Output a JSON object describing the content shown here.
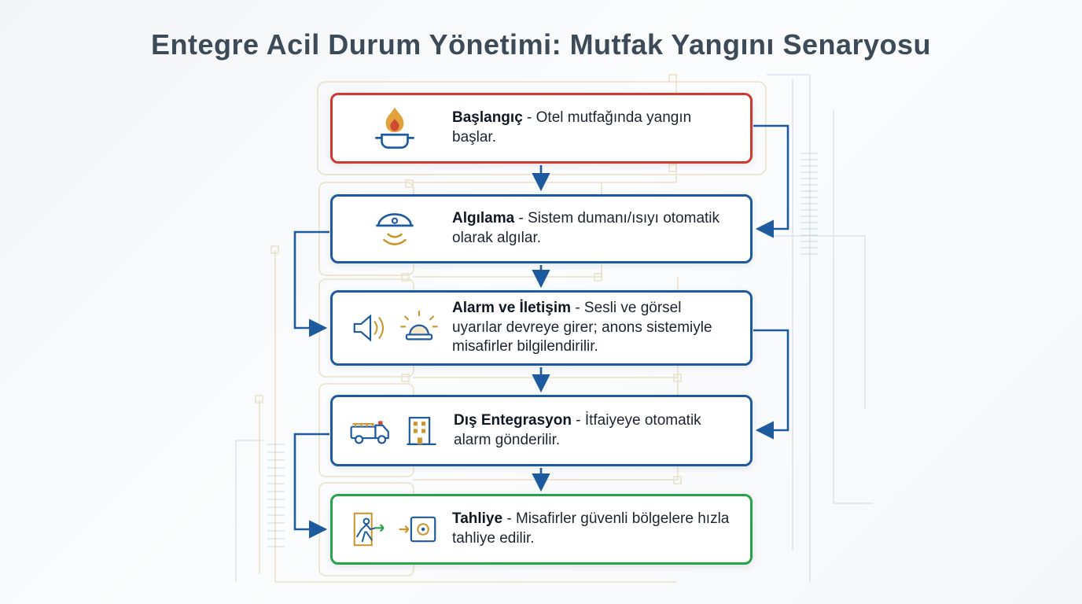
{
  "title": "Entegre Acil Durum Yönetimi: Mutfak Yangını Senaryosu",
  "steps": [
    {
      "label": "Başlangıç",
      "description": "- Otel mutfağında yangın başlar.",
      "border_color": "#ce3a32",
      "icons": [
        "pot-fire-icon"
      ]
    },
    {
      "label": "Algılama",
      "description": "- Sistem dumanı/ısıyı otomatik olarak algılar.",
      "border_color": "#1e5b9e",
      "icons": [
        "smoke-detector-icon"
      ]
    },
    {
      "label": "Alarm ve İletişim",
      "description": "- Sesli ve görsel uyarılar devreye girer; anons sistemiyle misafirler bilgilendirilir.",
      "border_color": "#1e5b9e",
      "icons": [
        "loudspeaker-icon",
        "siren-icon"
      ]
    },
    {
      "label": "Dış Entegrasyon",
      "description": "- İtfaiyeye otomatik alarm gönderilir.",
      "border_color": "#1e5b9e",
      "icons": [
        "fire-truck-icon",
        "building-icon"
      ]
    },
    {
      "label": "Tahliye",
      "description": "- Misafirler güvenli bölgelere hızla tahliye edilir.",
      "border_color": "#28a34b",
      "icons": [
        "emergency-exit-icon",
        "assembly-point-icon"
      ]
    }
  ],
  "colors": {
    "title": "#3d4a57",
    "arrow": "#1e5b9e",
    "accent_gold": "#c9952c",
    "start_red": "#ce3a32",
    "process_blue": "#1e5b9e",
    "safe_green": "#28a34b"
  }
}
